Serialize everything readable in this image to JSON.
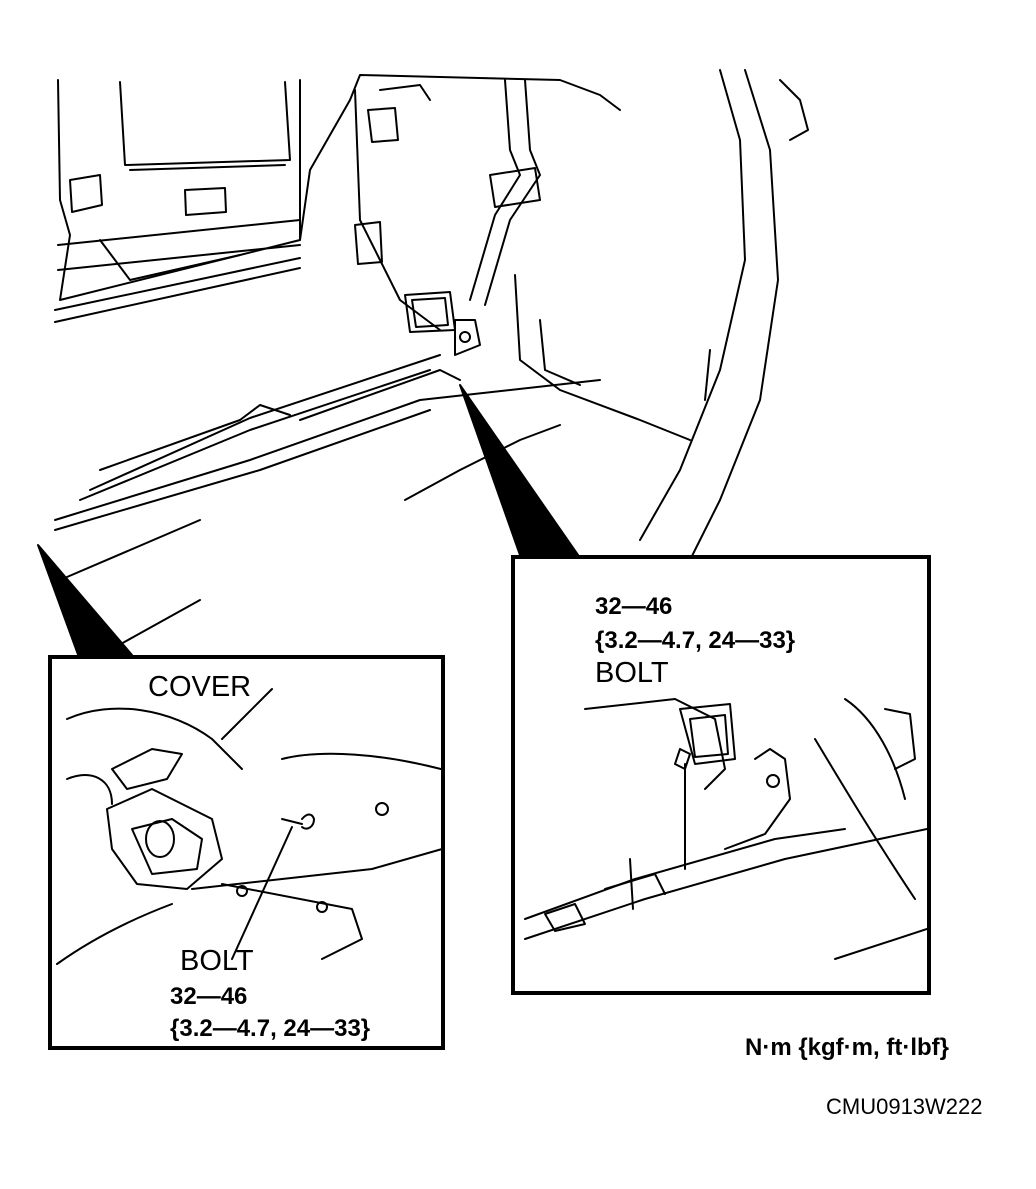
{
  "left_callout": {
    "cover_label": "COVER",
    "bolt_label": "BOLT",
    "torque_nm": "32—46",
    "torque_alt": "{3.2—4.7, 24—33}"
  },
  "right_callout": {
    "torque_nm": "32—46",
    "torque_alt": "{3.2—4.7, 24—33}",
    "bolt_label": "BOLT"
  },
  "units_note": "N·m {kgf·m, ft·lbf}",
  "figure_code": "CMU0913W222"
}
